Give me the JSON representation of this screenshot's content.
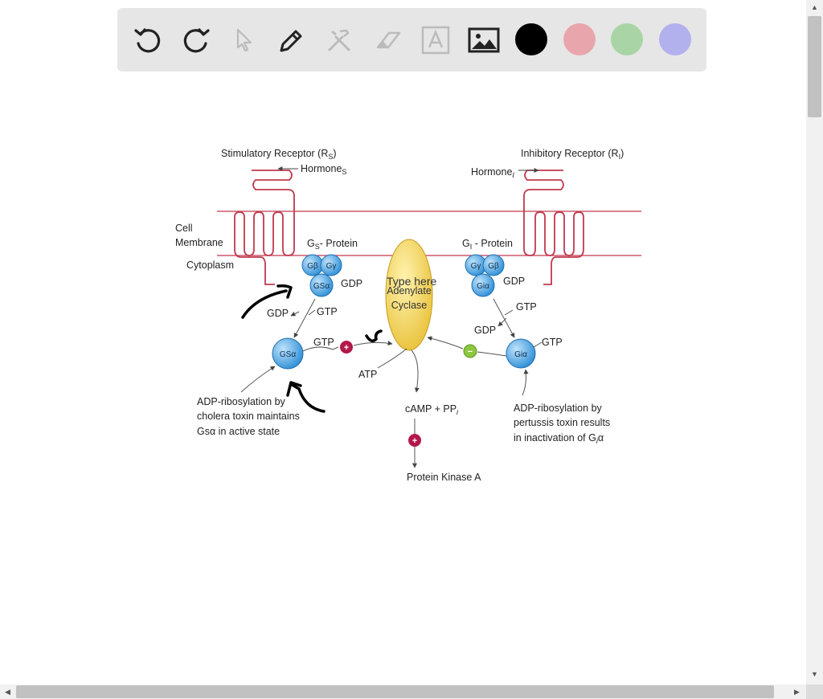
{
  "toolbar": {
    "tools": [
      "undo-icon",
      "redo-icon",
      "pointer-icon",
      "pen-icon",
      "tools-icon",
      "eraser-icon",
      "text-icon",
      "image-icon"
    ],
    "colors": [
      "#000000",
      "#e8a6ac",
      "#a9d5a6",
      "#b3b0ee"
    ]
  },
  "canvas": {
    "typed_text": "Type here"
  },
  "diagram": {
    "stimulatory_receptor": "Stimulatory Receptor (R",
    "stimulatory_sub": "S",
    "stimulatory_close": ")",
    "hormone_s": "Hormone",
    "hormone_s_sub": "S",
    "inhibitory_receptor": "Inhibitory Receptor (R",
    "inhibitory_sub": "I",
    "inhibitory_close": ")",
    "hormone_i": "Hormone",
    "hormone_i_sub": "I",
    "cell": "Cell",
    "membrane": "Membrane",
    "cytoplasm": "Cytoplasm",
    "gs_protein": "G",
    "gs_protein_sub": "S",
    "gs_protein_rest": "- Protein",
    "gi_protein": "G",
    "gi_protein_sub": "I",
    "gi_protein_rest": " - Protein",
    "g_beta": "Gβ",
    "g_gamma": "Gγ",
    "gs_alpha": "GSα",
    "gi_alpha": "Giα",
    "gs_alpha_active": "GSα",
    "gi_alpha_active": "Giα",
    "gdp": "GDP",
    "gtp": "GTP",
    "adenylate": "Adenylate",
    "cyclase": "Cyclase",
    "atp": "ATP",
    "camp": "cAMP + PP",
    "camp_sub": "i",
    "protein_kinase": "Protein Kinase A",
    "plus": "+",
    "minus": "−",
    "cholera_1": "ADP-ribosylation by",
    "cholera_2": "cholera toxin maintains",
    "cholera_3": "Gsα in active state",
    "pertussis_1": "ADP-ribosylation by",
    "pertussis_2": "pertussis toxin results",
    "pertussis_3": "in inactivation of G",
    "pertussis_3_sub": "i",
    "pertussis_3_end": "α"
  }
}
